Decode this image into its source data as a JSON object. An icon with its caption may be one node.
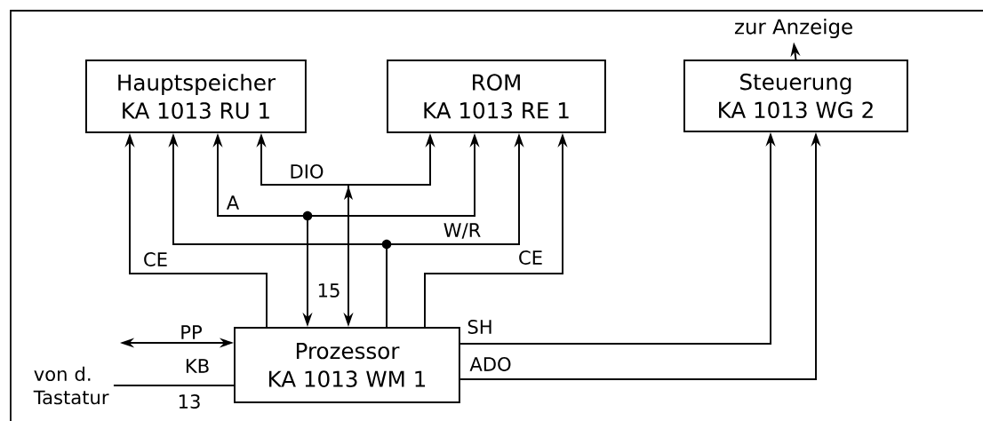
{
  "diagram": {
    "nodes": [
      {
        "text": [
          "Hauptspeicher",
          "KA 1013 RU 1"
        ]
      },
      {
        "text": [
          "ROM",
          "KA 1013 RE 1"
        ]
      },
      {
        "text": [
          "Steuerung",
          "KA 1013 WG 2"
        ]
      },
      {
        "text": [
          "Prozessor",
          "KA 1013 WM 1"
        ]
      },
      {
        "text": [
          "zur Anzeige"
        ]
      },
      {
        "text": [
          "von d. Tastatur"
        ]
      }
    ],
    "edges": [
      {
        "from": null,
        "to": 3,
        "arrow": "both",
        "label": "PP"
      },
      {
        "from": 5,
        "to": 3,
        "arrow": "none",
        "label": "KB"
      },
      {
        "from": 3,
        "to": 0,
        "arrow": "to",
        "label": "CE"
      },
      {
        "from": 3,
        "to": 0,
        "arrow": "both",
        "label": "A"
      },
      {
        "from": 3,
        "to": 1,
        "arrow": "both"
      },
      {
        "from": 3,
        "to": 0,
        "arrow": "both",
        "label": "DIO"
      },
      {
        "from": 3,
        "to": 1,
        "arrow": "both"
      },
      {
        "from": 3,
        "to": 0,
        "arrow": "to"
      },
      {
        "from": 3,
        "to": 1,
        "arrow": "to",
        "label": "W/R"
      },
      {
        "from": 3,
        "to": 1,
        "arrow": "to",
        "label": "CE"
      },
      {
        "from": 3,
        "to": 2,
        "arrow": "to",
        "label": "SH"
      },
      {
        "from": 3,
        "to": 2,
        "arrow": "to",
        "label": "ADO"
      },
      {
        "from": 2,
        "to": 4,
        "arrow": "to"
      }
    ],
    "labels": [
      "13",
      "15"
    ]
  }
}
